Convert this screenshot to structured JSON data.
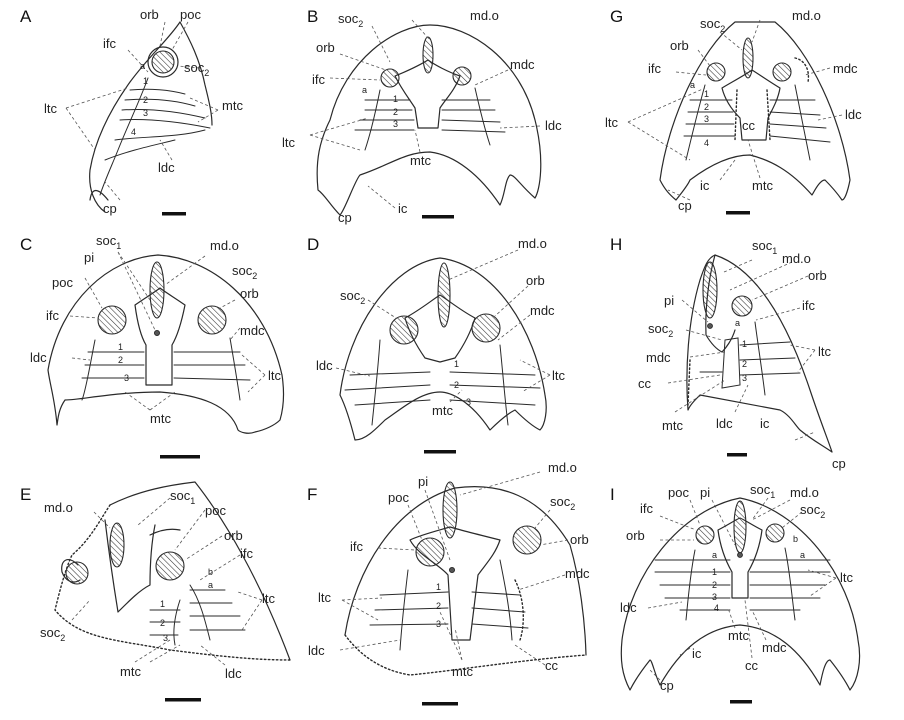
{
  "panels": [
    {
      "letter": "A",
      "labels": {
        "orb": "orb",
        "poc": "poc",
        "ifc": "ifc",
        "soc2": "soc",
        "ltc": "ltc",
        "mtc": "mtc",
        "ldc": "ldc",
        "cp": "cp"
      },
      "sub": {
        "soc2": "2"
      },
      "numbers": [
        "a",
        "1",
        "2",
        "3",
        "4"
      ]
    },
    {
      "letter": "B",
      "labels": {
        "soc2": "soc",
        "mdo": "md.o",
        "orb": "orb",
        "ifc": "ifc",
        "mdc": "mdc",
        "ltc": "ltc",
        "ldc": "ldc",
        "mtc": "mtc",
        "cp": "cp",
        "ic": "ic"
      },
      "sub": {
        "soc2": "2"
      },
      "numbers": [
        "a",
        "1",
        "2",
        "3"
      ]
    },
    {
      "letter": "G",
      "labels": {
        "soc2": "soc",
        "mdo": "md.o",
        "orb": "orb",
        "ifc": "ifc",
        "mdc": "mdc",
        "ltc": "ltc",
        "ldc": "ldc",
        "cc": "cc",
        "ic": "ic",
        "mtc": "mtc",
        "cp": "cp"
      },
      "sub": {
        "soc2": "2"
      },
      "numbers": [
        "a",
        "1",
        "2",
        "3",
        "4"
      ]
    },
    {
      "letter": "C",
      "labels": {
        "soc1": "soc",
        "mdo": "md.o",
        "pi": "pi",
        "soc2": "soc",
        "poc": "poc",
        "orb": "orb",
        "ifc": "ifc",
        "mdc": "mdc",
        "ldc": "ldc",
        "ltc": "ltc",
        "mtc": "mtc"
      },
      "sub": {
        "soc1": "1",
        "soc2": "2"
      },
      "numbers": [
        "1",
        "2",
        "3"
      ]
    },
    {
      "letter": "D",
      "labels": {
        "mdo": "md.o",
        "orb": "orb",
        "soc2": "soc",
        "mdc": "mdc",
        "ldc": "ldc",
        "ltc": "ltc",
        "mtc": "mtc"
      },
      "sub": {
        "soc2": "2"
      },
      "numbers": [
        "1",
        "2",
        "3"
      ]
    },
    {
      "letter": "H",
      "labels": {
        "soc1": "soc",
        "mdo": "md.o",
        "orb": "orb",
        "pi": "pi",
        "ifc": "ifc",
        "soc2": "soc",
        "ltc": "ltc",
        "mdc": "mdc",
        "cc": "cc",
        "mtc": "mtc",
        "ldc": "ldc",
        "ic": "ic",
        "cp": "cp"
      },
      "sub": {
        "soc1": "1",
        "soc2": "2"
      },
      "numbers": [
        "a",
        "1",
        "2",
        "3"
      ]
    },
    {
      "letter": "E",
      "labels": {
        "mdo": "md.o",
        "soc1": "soc",
        "poc": "poc",
        "orb": "orb",
        "ifc": "ifc",
        "ltc": "ltc",
        "soc2": "soc",
        "mtc": "mtc",
        "ldc": "ldc"
      },
      "sub": {
        "soc1": "1",
        "soc2": "2"
      },
      "numbers": [
        "b",
        "a",
        "1",
        "2",
        "3"
      ]
    },
    {
      "letter": "F",
      "labels": {
        "mdo": "md.o",
        "pi": "pi",
        "poc": "poc",
        "soc2": "soc",
        "ifc": "ifc",
        "orb": "orb",
        "mdc": "mdc",
        "ltc": "ltc",
        "ldc": "ldc",
        "mtc": "mtc",
        "cc": "cc"
      },
      "sub": {
        "soc2": "2"
      },
      "numbers": [
        "1",
        "2",
        "3"
      ]
    },
    {
      "letter": "I",
      "labels": {
        "poc": "poc",
        "pi": "pi",
        "soc1": "soc",
        "mdo": "md.o",
        "ifc": "ifc",
        "soc2": "soc",
        "orb": "orb",
        "ltc": "ltc",
        "ldc": "ldc",
        "mtc": "mtc",
        "mdc": "mdc",
        "ic": "ic",
        "cc": "cc",
        "cp": "cp"
      },
      "sub": {
        "soc1": "1",
        "soc2": "2"
      },
      "numbers": [
        "b",
        "a",
        "a",
        "1",
        "2",
        "3",
        "4"
      ]
    }
  ]
}
